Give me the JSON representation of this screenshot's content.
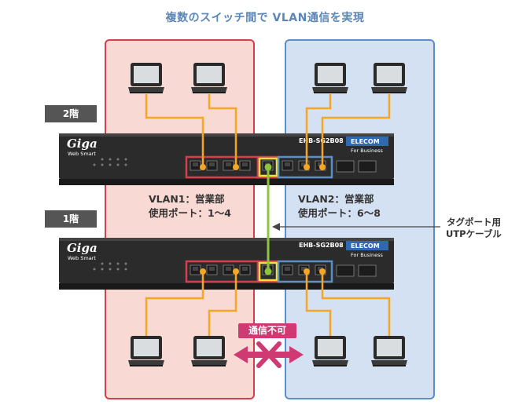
{
  "title": "複数のスイッチ間で VLAN通信を実現",
  "floors": {
    "upper": "2階",
    "lower": "1階"
  },
  "vlan1": {
    "line1": "VLAN1：営業部",
    "line2": "使用ポート：1〜4"
  },
  "vlan2": {
    "line1": "VLAN2：営業部",
    "line2": "使用ポート：6〜8"
  },
  "cable": {
    "line1": "タグポート用",
    "line2": "UTPケーブル"
  },
  "no_comm": "通信不可",
  "switch": {
    "model": "EHB-SG2B08",
    "brand": "ELECOM",
    "tagline": "For Business",
    "logo": "Giga",
    "logo_sub": "Web Smart"
  },
  "colors": {
    "vlan1": "#d63e4c",
    "vlan2": "#5c8fc9",
    "trunk": "#8cc63f",
    "access_cable": "#f5a623",
    "blocked": "#d03a72"
  }
}
